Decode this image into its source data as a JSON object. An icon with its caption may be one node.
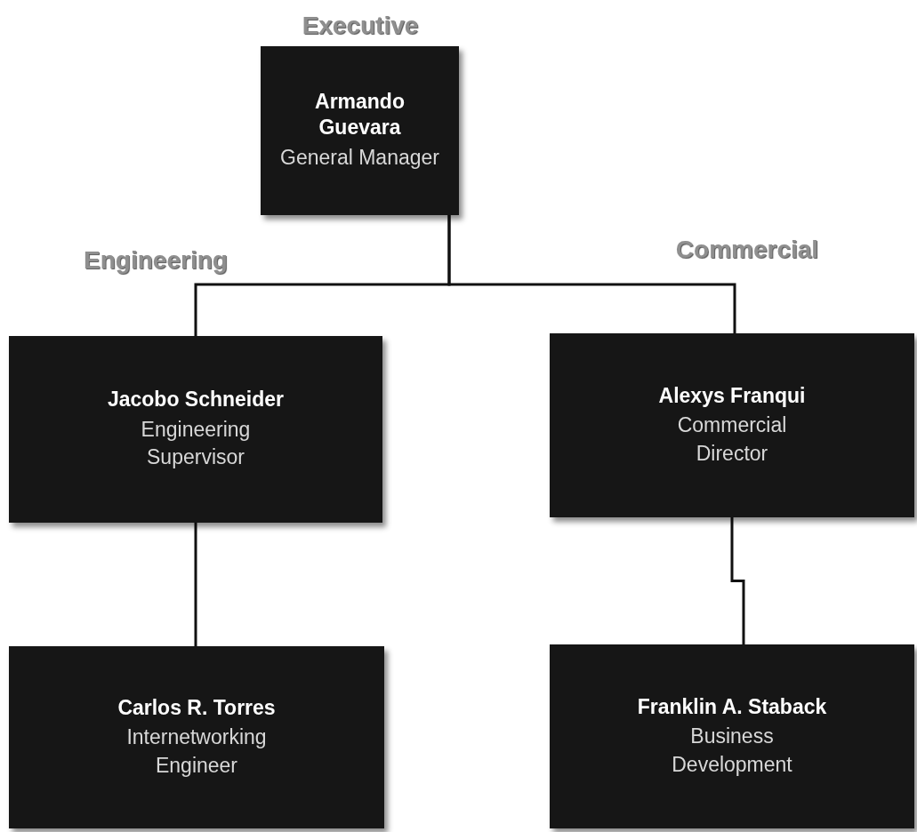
{
  "diagram": {
    "nodes": [
      {
        "text": [
          "Armando Guevara",
          "General Manager"
        ]
      },
      {
        "text": [
          "Jacobo Schneider",
          "Engineering Supervisor"
        ]
      },
      {
        "text": [
          "Alexys Franqui",
          "Commercial Director"
        ]
      },
      {
        "text": [
          "Carlos R. Torres",
          "Internetworking Engineer"
        ]
      },
      {
        "text": [
          "Franklin A. Staback",
          "Business Development"
        ]
      }
    ],
    "edges": [
      {
        "from": 0,
        "to": 1,
        "arrow": "none"
      },
      {
        "from": 0,
        "to": 2,
        "arrow": "none"
      },
      {
        "from": 1,
        "to": 3,
        "arrow": "none"
      },
      {
        "from": 2,
        "to": 4,
        "arrow": "none"
      }
    ],
    "labels": [
      "Executive",
      "Engineering",
      "Commercial"
    ]
  }
}
